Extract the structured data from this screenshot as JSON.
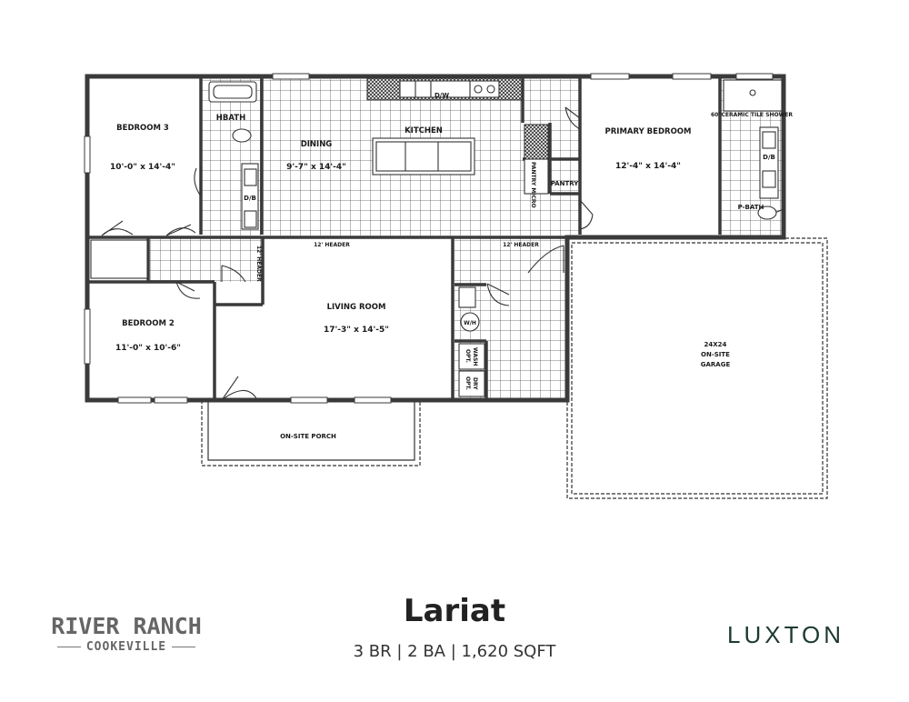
{
  "plan": {
    "rooms": {
      "bedroom3": {
        "name": "BEDROOM 3",
        "dims": "10'-0\" x 14'-4\""
      },
      "hbath": {
        "name": "HBATH"
      },
      "dining": {
        "name": "DINING",
        "dims": "9'-7\" x 14'-4\""
      },
      "kitchen": {
        "name": "KITCHEN"
      },
      "primary": {
        "name": "PRIMARY BEDROOM",
        "dims": "12'-4\" x 14'-4\""
      },
      "pbath": {
        "name": "P-BATH"
      },
      "bedroom2": {
        "name": "BEDROOM 2",
        "dims": "11'-0\" x 10'-6\""
      },
      "living": {
        "name": "LIVING ROOM",
        "dims": "17'-3\" x 14'-5\""
      },
      "garage": {
        "line1": "24X24",
        "line2": "ON-SITE",
        "line3": "GARAGE"
      },
      "porch": {
        "name": "ON-SITE PORCH"
      }
    },
    "fixtures": {
      "dw": "D/W",
      "db": "D/B",
      "pantry_micro": "PANTRY MICRO",
      "pantry": "PANTRY",
      "shower": "60\"CERAMIC TILE SHOWER",
      "wh": "W/H",
      "opt_wash_1": "OPT.",
      "opt_wash_2": "WASH",
      "opt_dry_1": "OPT.",
      "opt_dry_2": "DRY",
      "header_12": "12' HEADER",
      "header_12b": "12' HEADER",
      "header_vert": "12' HEADER"
    }
  },
  "footer": {
    "title": "Lariat",
    "subtitle": "3 BR | 2 BA | 1,620 SQFT",
    "logo_left_top": "RIVER RANCH",
    "logo_left_bottom": "COOKEVILLE",
    "logo_right": "LUXTON"
  },
  "colors": {
    "wall": "#3a3a3a",
    "grid": "#555555",
    "luxton": "#1d3a2f",
    "logo_gray": "#666666"
  }
}
